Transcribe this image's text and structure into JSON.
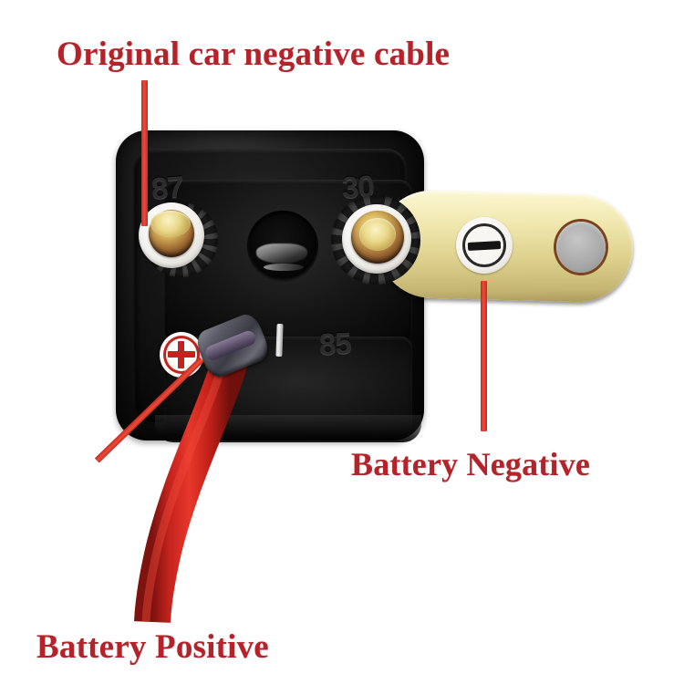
{
  "image": {
    "kind": "annotated-product-photo",
    "subject": "car battery cut-off relay / disconnect switch terminal wiring diagram",
    "background_color": "#ffffff"
  },
  "annotations": [
    {
      "id": "original-car-negative-cable",
      "text": "Original car negative cable",
      "color": "#b5232a",
      "points_to": "left terminal post (87)",
      "pointer": "vertical-line-down"
    },
    {
      "id": "battery-negative",
      "text": "Battery Negative",
      "color": "#b5232a",
      "points_to": "brass strap minus marking",
      "pointer": "vertical-line-up"
    },
    {
      "id": "battery-positive",
      "text": "Battery Positive",
      "color": "#b5232a",
      "points_to": "red cable at plus terminal",
      "pointer": "diagonal-line-up-right"
    }
  ],
  "device": {
    "name": "relay-body",
    "color": "#0b0b0b",
    "shape": "rounded-square",
    "embossed_markings": [
      {
        "id": "terminal-87",
        "text": "87"
      },
      {
        "id": "terminal-30",
        "text": "30"
      },
      {
        "id": "terminal-85",
        "text": "85"
      }
    ],
    "terminals": [
      {
        "id": "left-post",
        "marking": "87",
        "hardware": "brass bolt, white washer, star lock washer"
      },
      {
        "id": "right-post",
        "marking": "30",
        "hardware": "brass bolt, white washer, star lock washer"
      },
      {
        "id": "center-hole",
        "marking": "",
        "hardware": "open mounting hole"
      },
      {
        "id": "plus-post",
        "marking": "+",
        "hardware": "red cable with crimped metal lug"
      }
    ]
  },
  "parts": {
    "brass_strap": {
      "name": "battery-negative-strap",
      "color": "#ecdfa2",
      "minus_symbol": "-",
      "hole": "mounting eyelet"
    },
    "plus_badge": {
      "name": "positive-terminal-sticker",
      "symbol": "+",
      "ring_color": "#c2231f"
    },
    "red_cable": {
      "name": "battery-positive-cable",
      "color": "#c4231d"
    }
  },
  "colors": {
    "label_red": "#b5232a",
    "pointer_red": "#e0392f",
    "cable_red": "#c4231d",
    "brass": "#ecdfa2",
    "body_black": "#0b0b0b",
    "washer_white": "#f4f2ee"
  }
}
